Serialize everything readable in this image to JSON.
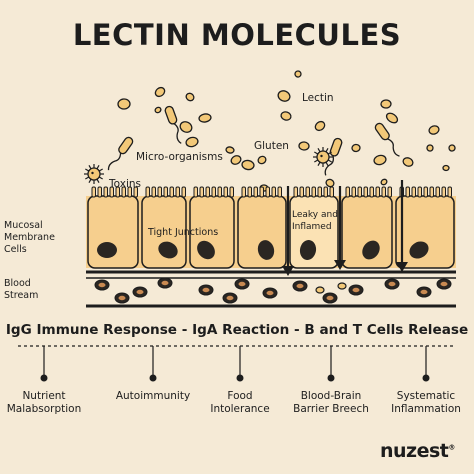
{
  "title": "LECTIN MOLECULES",
  "labels": {
    "lectin": "Lectin",
    "gluten": "Gluten",
    "micro_organisms": "Micro-organisms",
    "toxins": "Toxins",
    "mucosal_line1": "Mucosal",
    "mucosal_line2": "Membrane",
    "mucosal_line3": "Cells",
    "tight_junctions": "Tight Junctions",
    "leaky_line1": "Leaky and",
    "leaky_line2": "Inflamed",
    "blood_line1": "Blood",
    "blood_line2": "Stream"
  },
  "response": "IgG Immune Response - IgA Reaction - B and T Cells Release",
  "outcomes": [
    {
      "line1": "Nutrient",
      "line2": "Malabsorption"
    },
    {
      "line1": "Autoimmunity",
      "line2": ""
    },
    {
      "line1": "Food",
      "line2": "Intolerance"
    },
    {
      "line1": "Blood-Brain",
      "line2": "Barrier Breech"
    },
    {
      "line1": "Systematic",
      "line2": "Inflammation"
    }
  ],
  "brand": {
    "name": "nuzest",
    "mark": "®"
  },
  "colors": {
    "background": "#f5ead6",
    "cell": "#f6cf8e",
    "cell_light": "#fbe2b4",
    "outline": "#1d1d1d",
    "lectin": "#f2c878",
    "nucleus": "#2a2622",
    "blood_cell": "#c98a52"
  }
}
